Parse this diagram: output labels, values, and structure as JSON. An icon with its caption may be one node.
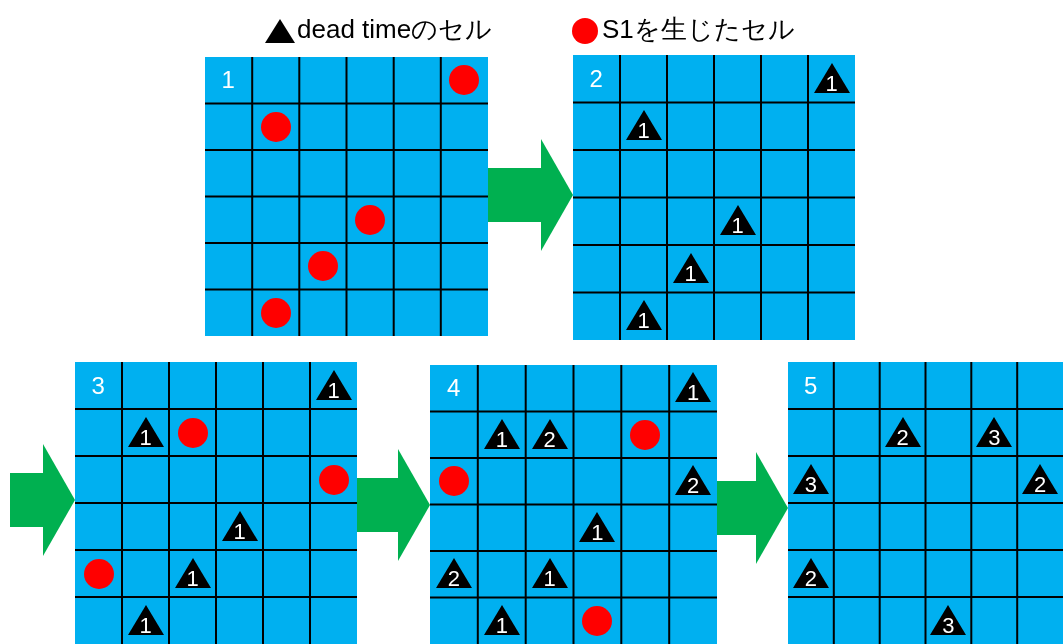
{
  "diagram": {
    "nodes": [
      {
        "text": [
          "1"
        ]
      },
      {
        "text": [],
        "shape": "circle",
        "in": 0
      },
      {
        "text": [],
        "shape": "circle",
        "in": 0
      },
      {
        "text": [],
        "shape": "circle",
        "in": 0
      },
      {
        "text": [],
        "shape": "circle",
        "in": 0
      },
      {
        "text": [],
        "shape": "circle",
        "in": 0
      },
      {
        "text": [
          "2"
        ]
      },
      {
        "text": [
          "1"
        ],
        "in": 6
      },
      {
        "text": [
          "1"
        ],
        "in": 6
      },
      {
        "text": [
          "1"
        ],
        "in": 6
      },
      {
        "text": [
          "1"
        ],
        "in": 6
      },
      {
        "text": [
          "1"
        ],
        "in": 6
      },
      {
        "text": [
          "3"
        ]
      },
      {
        "text": [
          "1"
        ],
        "in": 12
      },
      {
        "text": [
          "1"
        ],
        "in": 12
      },
      {
        "text": [],
        "shape": "circle",
        "in": 12
      },
      {
        "text": [],
        "shape": "circle",
        "in": 12
      },
      {
        "text": [
          "1"
        ],
        "in": 12
      },
      {
        "text": [],
        "shape": "circle",
        "in": 12
      },
      {
        "text": [
          "1"
        ],
        "in": 12
      },
      {
        "text": [
          "1"
        ],
        "in": 12
      },
      {
        "text": [
          "4"
        ]
      },
      {
        "text": [
          "1"
        ],
        "in": 21
      },
      {
        "text": [
          "1"
        ],
        "in": 21
      },
      {
        "text": [
          "2"
        ],
        "in": 21
      },
      {
        "text": [],
        "shape": "circle",
        "in": 21
      },
      {
        "text": [],
        "shape": "circle",
        "in": 21
      },
      {
        "text": [
          "2"
        ],
        "in": 21
      },
      {
        "text": [
          "1"
        ],
        "in": 21
      },
      {
        "text": [
          "2"
        ],
        "in": 21
      },
      {
        "text": [
          "1"
        ],
        "in": 21
      },
      {
        "text": [
          "1"
        ],
        "in": 21
      },
      {
        "text": [],
        "shape": "circle",
        "in": 21
      },
      {
        "text": [
          "5"
        ]
      },
      {
        "text": [
          "2"
        ],
        "in": 33
      },
      {
        "text": [
          "3"
        ],
        "in": 33
      },
      {
        "text": [
          "3"
        ],
        "in": 33
      },
      {
        "text": [
          "2"
        ],
        "in": 33
      },
      {
        "text": [
          "2"
        ],
        "in": 33
      },
      {
        "text": [
          "3"
        ],
        "in": 33
      }
    ],
    "edges": [
      {
        "from": 0,
        "to": 6,
        "arrow": "to"
      },
      {
        "from": null,
        "to": 12,
        "arrow": "to"
      },
      {
        "from": 12,
        "to": 21,
        "arrow": "to"
      },
      {
        "from": 21,
        "to": 33,
        "arrow": "to"
      }
    ],
    "legend": [
      {
        "text": "dead timeのセル"
      },
      {
        "text": "S1を生じたセル",
        "color": "#ff0000"
      }
    ]
  }
}
